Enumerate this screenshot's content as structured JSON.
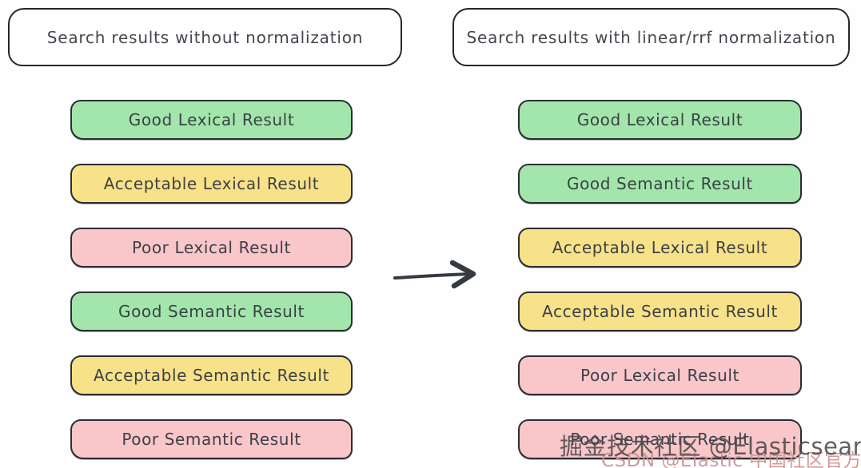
{
  "diagram": {
    "left": {
      "header": "Search results without normalization",
      "boxes": [
        {
          "label": "Good Lexical Result",
          "color": "green"
        },
        {
          "label": "Acceptable Lexical Result",
          "color": "yellow"
        },
        {
          "label": "Poor Lexical Result",
          "color": "pink"
        },
        {
          "label": "Good Semantic Result",
          "color": "green"
        },
        {
          "label": "Acceptable Semantic Result",
          "color": "yellow"
        },
        {
          "label": "Poor Semantic Result",
          "color": "pink"
        }
      ]
    },
    "right": {
      "header": "Search results with linear/rrf normalization",
      "boxes": [
        {
          "label": "Good Lexical Result",
          "color": "green"
        },
        {
          "label": "Good Semantic Result",
          "color": "green"
        },
        {
          "label": "Acceptable Lexical Result",
          "color": "yellow"
        },
        {
          "label": "Acceptable Semantic Result",
          "color": "yellow"
        },
        {
          "label": "Poor Lexical Result",
          "color": "pink"
        },
        {
          "label": "Poor Semantic Result",
          "color": "pink"
        }
      ]
    }
  },
  "watermark": {
    "line1": "掘金技术社区 @Elasticsearch",
    "line2": "CSDN @Elastic 中国社区官方博客"
  },
  "colors": {
    "green": "#a2e6ac",
    "yellow": "#f8e289",
    "pink": "#f9c6ca",
    "stroke": "#2a2e33",
    "text": "#3c4046",
    "arrow": "#343a40",
    "watermark1": "#4b4b4b",
    "watermark2": "#cf8f8f",
    "background": "#fefefe"
  }
}
